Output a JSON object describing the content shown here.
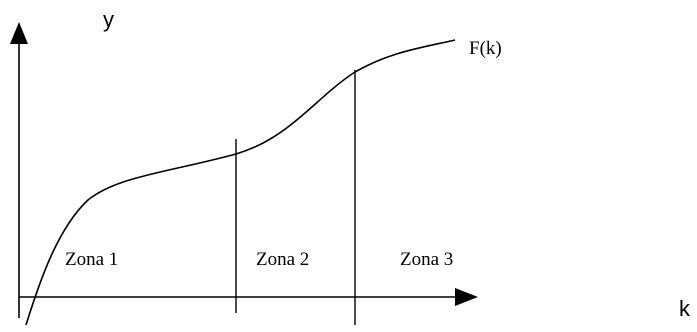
{
  "axes": {
    "y_label": "y",
    "x_label": "k"
  },
  "curve": {
    "label": "F(k)"
  },
  "zones": [
    {
      "label": "Zona 1"
    },
    {
      "label": "Zona 2"
    },
    {
      "label": "Zona 3"
    }
  ],
  "colors": {
    "stroke": "#000000",
    "background": "#ffffff"
  }
}
